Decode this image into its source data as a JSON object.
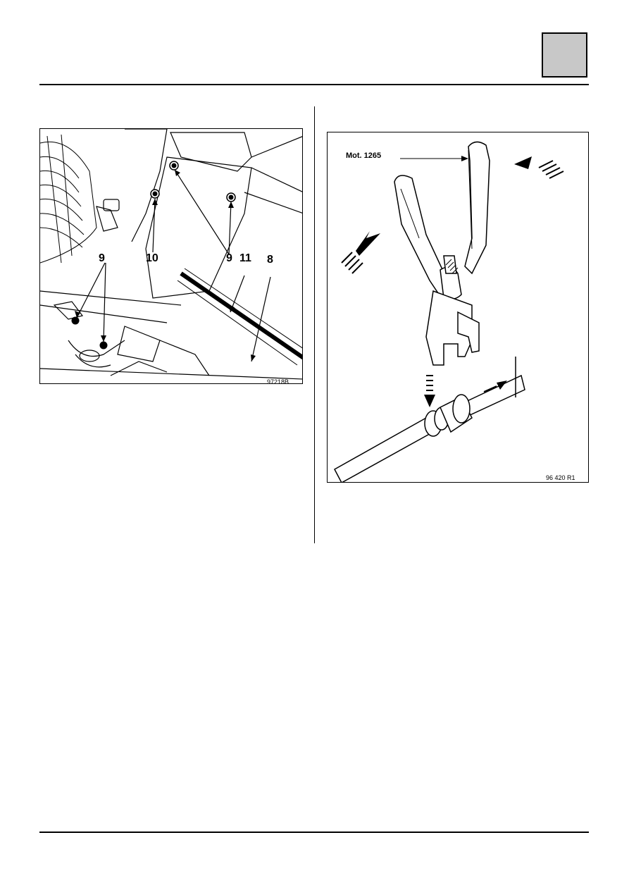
{
  "left_figure": {
    "reference": "97218B",
    "callouts": [
      "9",
      "10",
      "9",
      "11",
      "8"
    ]
  },
  "right_figure": {
    "reference": "96 420 R1",
    "tool_label": "Mot. 1265"
  }
}
